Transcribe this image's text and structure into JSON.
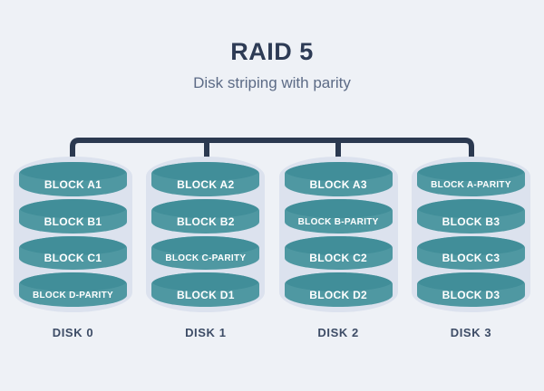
{
  "header": {
    "title": "RAID 5",
    "subtitle": "Disk striping with parity"
  },
  "disks": [
    {
      "name": "DISK 0",
      "blocks": [
        "BLOCK A1",
        "BLOCK B1",
        "BLOCK C1",
        "BLOCK D-PARITY"
      ]
    },
    {
      "name": "DISK 1",
      "blocks": [
        "BLOCK A2",
        "BLOCK B2",
        "BLOCK C-PARITY",
        "BLOCK D1"
      ]
    },
    {
      "name": "DISK 2",
      "blocks": [
        "BLOCK A3",
        "BLOCK B-PARITY",
        "BLOCK C2",
        "BLOCK D2"
      ]
    },
    {
      "name": "DISK 3",
      "blocks": [
        "BLOCK A-PARITY",
        "BLOCK B3",
        "BLOCK C3",
        "BLOCK D3"
      ]
    }
  ],
  "colors": {
    "bg": "#eef1f6",
    "glow": "#dce2ee",
    "teal": "#4f98a2",
    "tealDark": "#418e99",
    "navy": "#2b3950",
    "title": "#2d3b55",
    "subtitle": "#5c6b86",
    "diskLabel": "#3d4c66",
    "blockText": "#ffffff"
  }
}
